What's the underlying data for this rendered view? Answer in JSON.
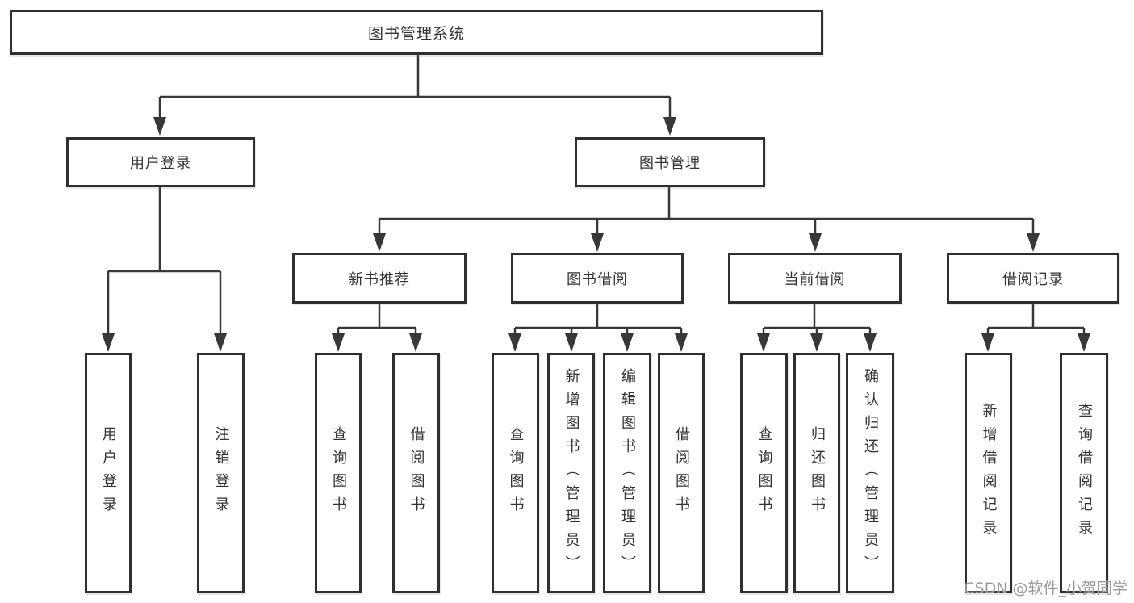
{
  "tree": {
    "root": {
      "label": "图书管理系统"
    },
    "branches": [
      {
        "label": "用户登录",
        "children": [
          {
            "label": "用户登录"
          },
          {
            "label": "注销登录"
          }
        ]
      },
      {
        "label": "图书管理",
        "children": [
          {
            "label": "新书推荐",
            "children": [
              {
                "label": "查询图书"
              },
              {
                "label": "借阅图书"
              }
            ]
          },
          {
            "label": "图书借阅",
            "children": [
              {
                "label": "查询图书"
              },
              {
                "label": "新增图书（管理员）"
              },
              {
                "label": "编辑图书（管理员）"
              },
              {
                "label": "借阅图书"
              }
            ]
          },
          {
            "label": "当前借阅",
            "children": [
              {
                "label": "查询图书"
              },
              {
                "label": "归还图书"
              },
              {
                "label": "确认归还（管理员）"
              }
            ]
          },
          {
            "label": "借阅记录",
            "children": [
              {
                "label": "新增借阅记录"
              },
              {
                "label": "查询借阅记录"
              }
            ]
          }
        ]
      }
    ]
  },
  "watermark": {
    "text": "CSDN @软件_小贺同学"
  },
  "colors": {
    "line": "#383838",
    "box_border": "#2f2f2f",
    "text": "#333333",
    "watermark": "#9a9a9a",
    "background": "#ffffff"
  }
}
